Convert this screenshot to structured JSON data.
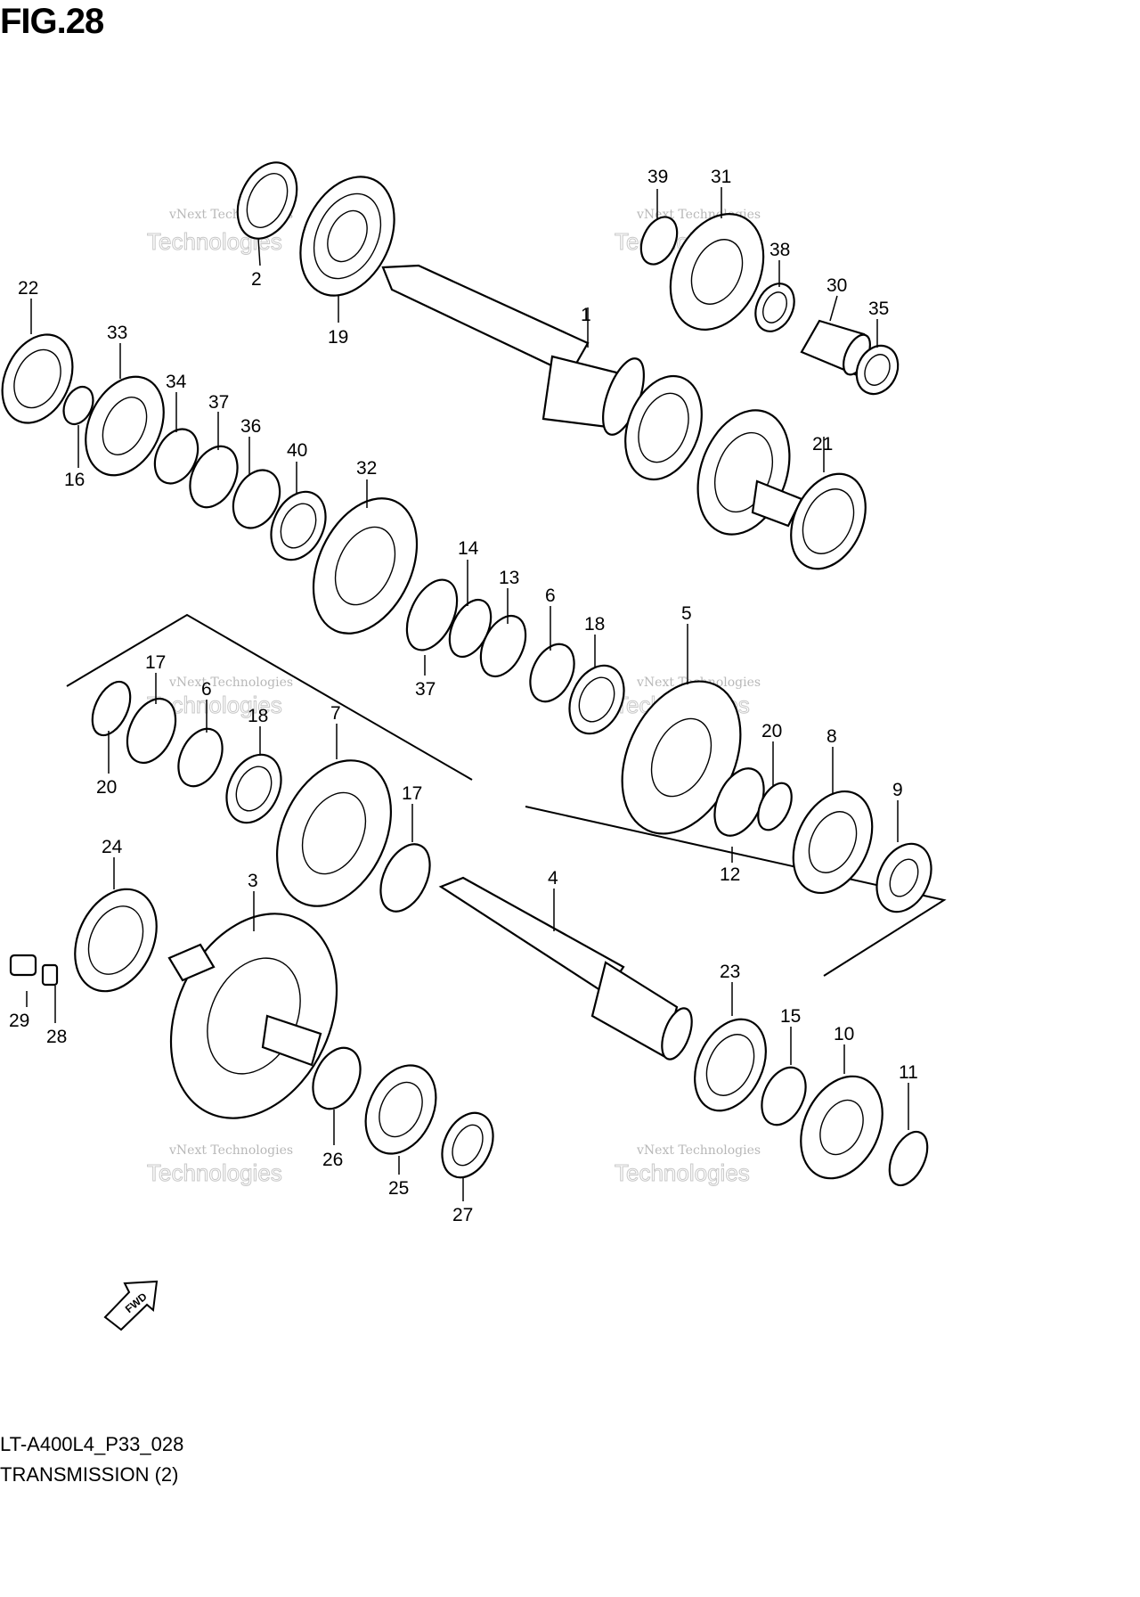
{
  "figure_title": "FIG.28",
  "model_code": "LT-A400L4_P33_028",
  "diagram_name": "TRANSMISSION (2)",
  "fwd_label": "FWD",
  "watermark": {
    "line1": "vNext Technologies",
    "line2": "Technologies",
    "line3": "vNext"
  },
  "part_labels": {
    "p1": "1",
    "p2": "2",
    "p3": "3",
    "p4": "4",
    "p5": "5",
    "p6a": "6",
    "p6b": "6",
    "p7": "7",
    "p8": "8",
    "p9": "9",
    "p10": "10",
    "p11": "11",
    "p12": "12",
    "p13": "13",
    "p14": "14",
    "p15": "15",
    "p16": "16",
    "p17a": "17",
    "p17b": "17",
    "p18a": "18",
    "p18b": "18",
    "p19": "19",
    "p20a": "20",
    "p20b": "20",
    "p21": "21",
    "p22": "22",
    "p23": "23",
    "p24": "24",
    "p25": "25",
    "p26": "26",
    "p27": "27",
    "p28": "28",
    "p29": "29",
    "p30": "30",
    "p31": "31",
    "p32": "32",
    "p33": "33",
    "p34": "34",
    "p35": "35",
    "p36": "36",
    "p37a": "37",
    "p37b": "37",
    "p38": "38",
    "p39": "39",
    "p40": "40"
  }
}
